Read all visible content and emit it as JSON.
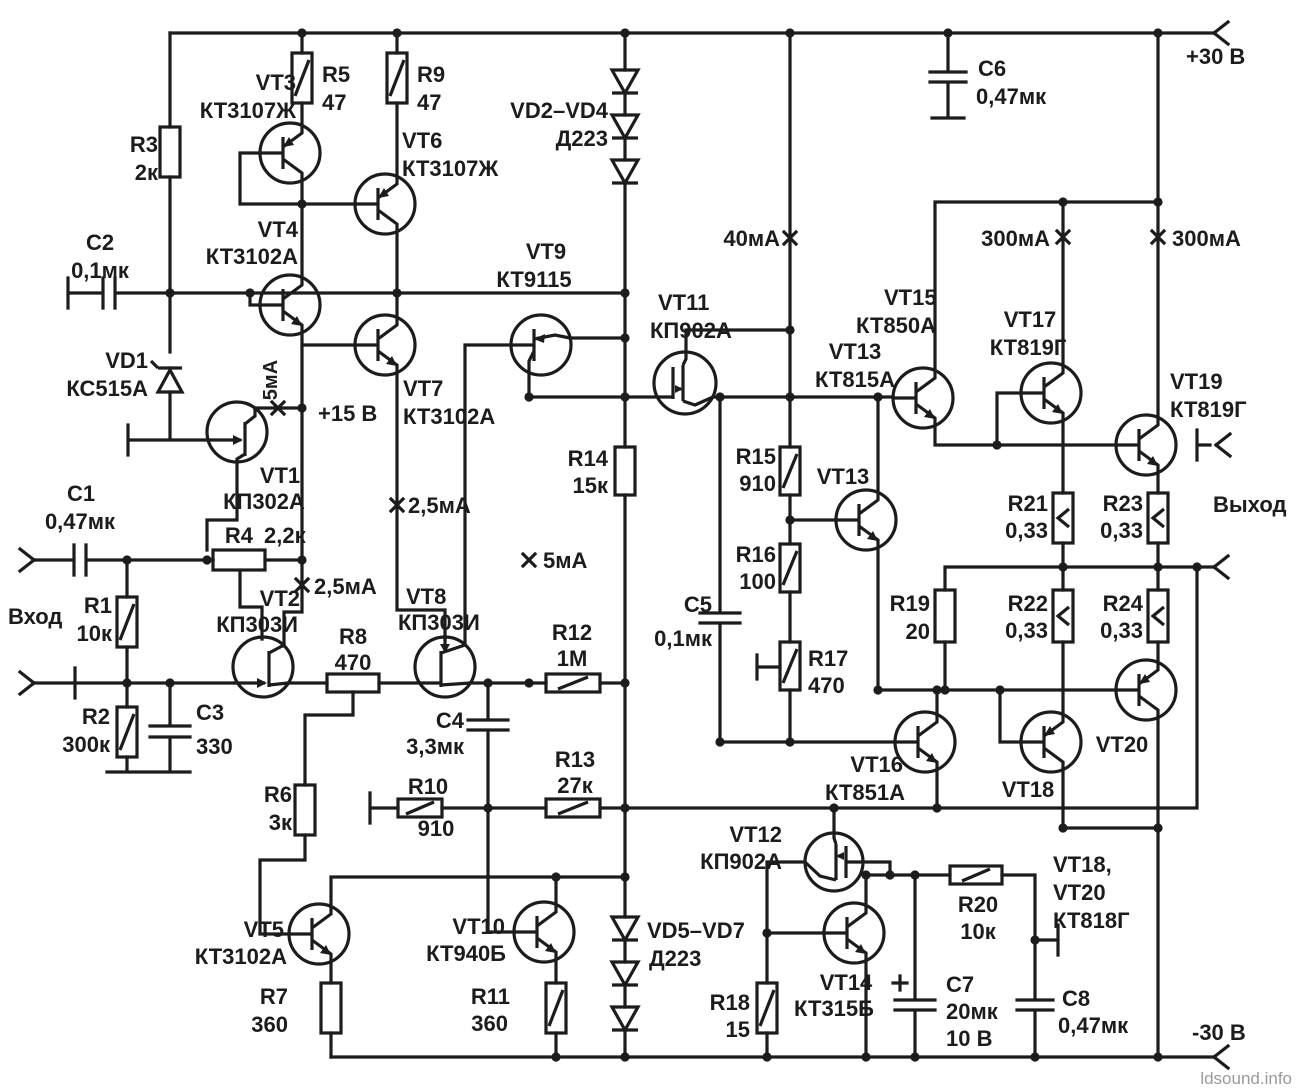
{
  "bg": "#ffffff",
  "ink": "#1c1c1c",
  "watermark_color": "#9a9a9a",
  "watermark": "ldsound.info",
  "io": {
    "input": "Вход",
    "output": "Выход"
  },
  "power": {
    "pos": "+30 В",
    "neg": "-30 В",
    "mid": "+15 В"
  },
  "currents": {
    "vt4": "5мА",
    "vt7": "2,5мА",
    "vt2": "2,5мА",
    "vt9": "5мА",
    "bias": "40мА",
    "left": "300мА",
    "right": "300мА"
  },
  "components": {
    "R1": {
      "ref": "R1",
      "value": "10к"
    },
    "R2": {
      "ref": "R2",
      "value": "300к"
    },
    "R3": {
      "ref": "R3",
      "value": "2к"
    },
    "R4": {
      "ref": "R4",
      "value": "2,2к"
    },
    "R5": {
      "ref": "R5",
      "value": "47"
    },
    "R6": {
      "ref": "R6",
      "value": "3к"
    },
    "R7": {
      "ref": "R7",
      "value": "360"
    },
    "R8": {
      "ref": "R8",
      "value": "470"
    },
    "R9": {
      "ref": "R9",
      "value": "47"
    },
    "R10": {
      "ref": "R10",
      "value": "910"
    },
    "R11": {
      "ref": "R11",
      "value": "360"
    },
    "R12": {
      "ref": "R12",
      "value": "1М"
    },
    "R13": {
      "ref": "R13",
      "value": "27к"
    },
    "R14": {
      "ref": "R14",
      "value": "15к"
    },
    "R15": {
      "ref": "R15",
      "value": "910"
    },
    "R16": {
      "ref": "R16",
      "value": "100"
    },
    "R17": {
      "ref": "R17",
      "value": "470"
    },
    "R18": {
      "ref": "R18",
      "value": "15"
    },
    "R19": {
      "ref": "R19",
      "value": "20"
    },
    "R20": {
      "ref": "R20",
      "value": "10к"
    },
    "R21": {
      "ref": "R21",
      "value": "0,33"
    },
    "R22": {
      "ref": "R22",
      "value": "0,33"
    },
    "R23": {
      "ref": "R23",
      "value": "0,33"
    },
    "R24": {
      "ref": "R24",
      "value": "0,33"
    },
    "C1": {
      "ref": "C1",
      "value": "0,47мк"
    },
    "C2": {
      "ref": "C2",
      "value": "0,1мк"
    },
    "C3": {
      "ref": "C3",
      "value": "330"
    },
    "C4": {
      "ref": "C4",
      "value": "3,3мк"
    },
    "C5": {
      "ref": "C5",
      "value": "0,1мк"
    },
    "C6": {
      "ref": "C6",
      "value": "0,47мк"
    },
    "C7": {
      "ref": "C7",
      "value": "20мк",
      "value2": "10 В"
    },
    "C8": {
      "ref": "C8",
      "value": "0,47мк"
    },
    "VD1": {
      "ref": "VD1",
      "value": "КС515А"
    },
    "VD2_4": {
      "ref": "VD2–VD4",
      "value": "Д223"
    },
    "VD5_7": {
      "ref": "VD5–VD7",
      "value": "Д223"
    },
    "VT1": {
      "ref": "VT1",
      "value": "КП302А"
    },
    "VT2": {
      "ref": "VT2",
      "value": "КП303И"
    },
    "VT3": {
      "ref": "VT3",
      "value": "КТ3107Ж"
    },
    "VT4": {
      "ref": "VT4",
      "value": "КТ3102А"
    },
    "VT5": {
      "ref": "VT5",
      "value": "КТ3102А"
    },
    "VT6": {
      "ref": "VT6",
      "value": "КТ3107Ж"
    },
    "VT7": {
      "ref": "VT7",
      "value": "КТ3102А"
    },
    "VT8": {
      "ref": "VT8",
      "value": "КП303И"
    },
    "VT9": {
      "ref": "VT9",
      "value": "КТ9115"
    },
    "VT10": {
      "ref": "VT10",
      "value": "КТ940Б"
    },
    "VT11": {
      "ref": "VT11",
      "value": "КП902А"
    },
    "VT12": {
      "ref": "VT12",
      "value": "КП902А"
    },
    "VT13": {
      "ref": "VT13",
      "value": "КТ815А"
    },
    "VT14": {
      "ref": "VT14",
      "value": "КТ315Б"
    },
    "VT15": {
      "ref": "VT15",
      "value": "КТ850А"
    },
    "VT16": {
      "ref": "VT16",
      "value": "КТ851А"
    },
    "VT17": {
      "ref": "VT17",
      "value": "КТ819Г"
    },
    "VT18": {
      "ref": "VT18"
    },
    "VT19": {
      "ref": "VT19",
      "value": "КТ819Г"
    },
    "VT20": {
      "ref": "VT20"
    },
    "VT13_near": {
      "ref": "VT13"
    },
    "VT18_20": {
      "line1": "VT18,",
      "line2": "VT20",
      "line3": "КТ818Г"
    }
  }
}
